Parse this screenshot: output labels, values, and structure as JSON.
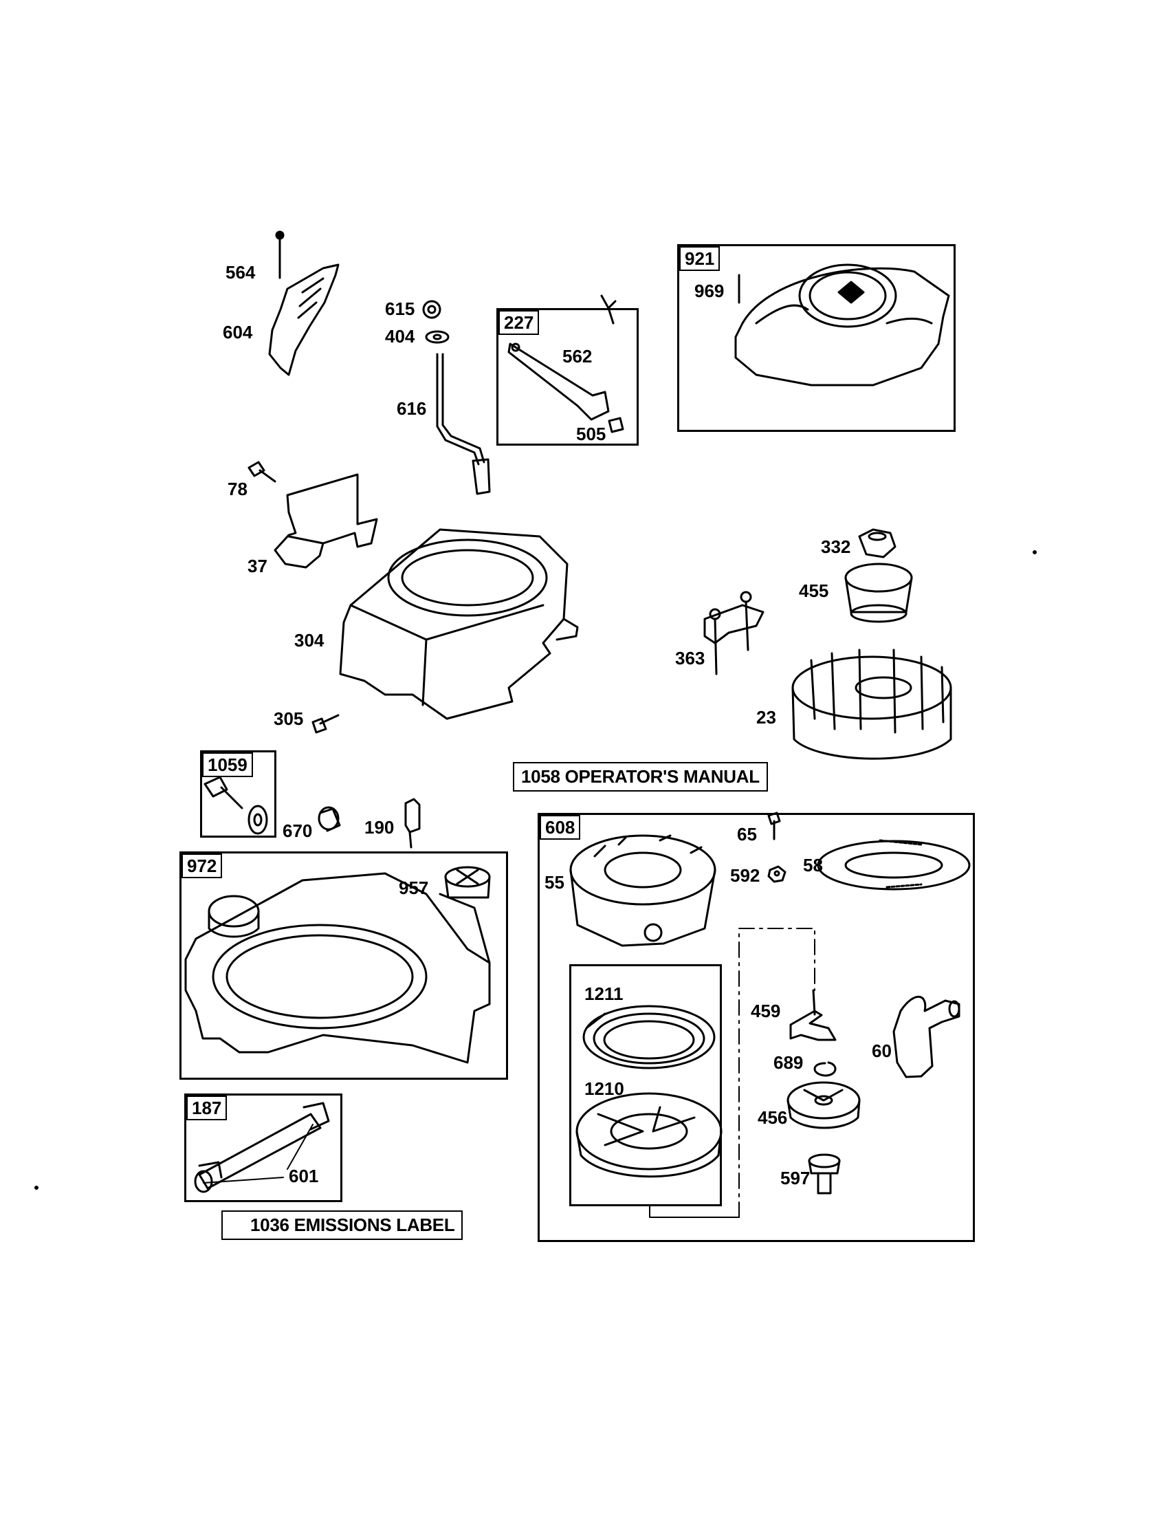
{
  "callouts": {
    "p564": "564",
    "p604": "604",
    "p615": "615",
    "p404": "404",
    "p616": "616",
    "p562": "562",
    "p505": "505",
    "p969": "969",
    "p78": "78",
    "p37": "37",
    "p304": "304",
    "p305": "305",
    "p332": "332",
    "p455": "455",
    "p363": "363",
    "p23": "23",
    "p670": "670",
    "p190": "190",
    "p957": "957",
    "p65": "65",
    "p592": "592",
    "p58": "58",
    "p55": "55",
    "p1211": "1211",
    "p1210": "1210",
    "p459": "459",
    "p689": "689",
    "p60": "60",
    "p456": "456",
    "p597": "597",
    "p601": "601"
  },
  "kits": {
    "k227": "227",
    "k921": "921",
    "k1059": "1059",
    "k972": "972",
    "k187": "187",
    "k608": "608"
  },
  "notes": {
    "manual": "1058 OPERATOR'S MANUAL",
    "emissions": "1036 EMISSIONS LABEL"
  }
}
